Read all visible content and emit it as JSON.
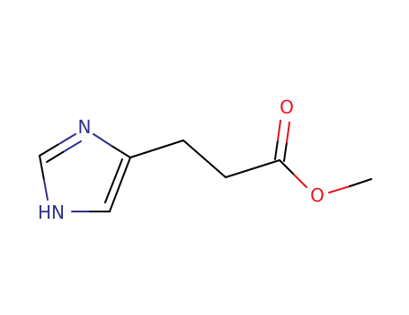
{
  "molecule": {
    "atoms": {
      "n3": "N",
      "n1": "HN",
      "o_carbonyl": "O",
      "o_ester": "O"
    },
    "colors": {
      "bond": "#000000",
      "nitrogen": "#30308f",
      "oxygen": "#e8141c"
    }
  }
}
